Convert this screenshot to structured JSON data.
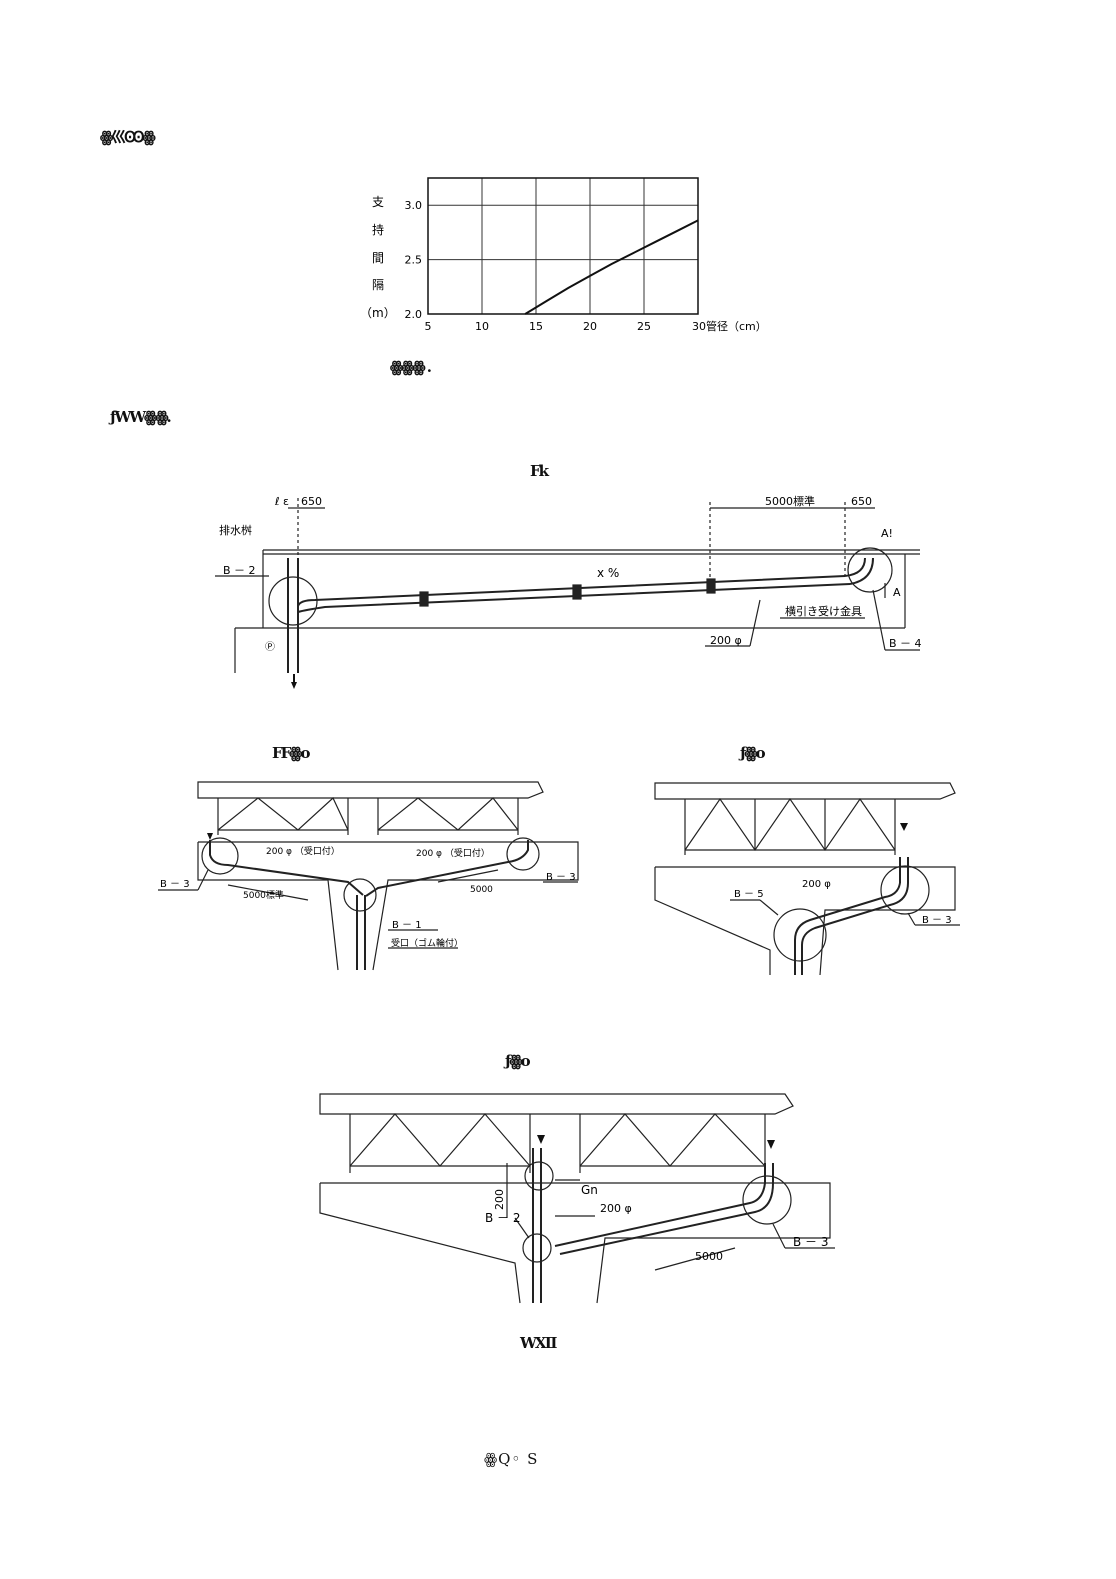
{
  "page": {
    "heading_1": "ꙮ巛Ꙭꙮ",
    "heading_2": "ƒWWꙮꙮ.",
    "figure_caption_1": "ꙮꙮꙮ .",
    "diagram_caption_1": "Fk",
    "diagram_caption_2": "FFꙮo",
    "diagram_caption_3": "ƒꙮo",
    "diagram_caption_4": "ƒꙮo",
    "figure_caption_2": "WⅫ",
    "page_number": "ꙮQ◦ S"
  },
  "chart_data": {
    "type": "line",
    "title": "",
    "ylabel_chars": [
      "支",
      "持",
      "間",
      "隔",
      "（m）"
    ],
    "xlabel": "管径（cm）",
    "x_ticks": [
      "5",
      "10",
      "15",
      "20",
      "25",
      "30"
    ],
    "y_ticks": [
      "2.0",
      "2.5",
      "3.0"
    ],
    "xlim": [
      5,
      30
    ],
    "ylim": [
      2.0,
      3.25
    ],
    "grid": true,
    "series": [
      {
        "x": [
          14,
          16,
          18,
          20,
          22,
          24,
          26,
          28,
          30
        ],
        "y": [
          2.0,
          2.12,
          2.24,
          2.35,
          2.46,
          2.56,
          2.66,
          2.76,
          2.86
        ]
      }
    ]
  },
  "diagram_main": {
    "labels": {
      "le": "ℓ ε",
      "d650_left": "650",
      "drain_basin": "排水桝",
      "b2": "B － 2",
      "p": "Ⓟ",
      "slope": "x %",
      "std5000": "5000標準",
      "d650_right": "650",
      "a_top": "A!",
      "a_side": "A",
      "hanger": "横引き受け金具",
      "pipe200": "200 φ",
      "b4": "B － 4"
    }
  },
  "diagram_left": {
    "labels": {
      "pipe_left": "200 φ （受口付）",
      "pipe_right": "200 φ （受口付）",
      "b3_left": "B － 3",
      "std5000": "5000標準",
      "d5000": "5000",
      "b3_right": "B － 3",
      "b1": "B － 1",
      "socket": "受口（ゴム輪付）"
    }
  },
  "diagram_right": {
    "labels": {
      "pipe": "200 φ",
      "b5": "B － 5",
      "b3": "B － 3"
    }
  },
  "diagram_bottom": {
    "labels": {
      "vert200": "200",
      "gn": "Gn",
      "b2": "B － 2",
      "pipe": "200 φ",
      "d5000": "5000",
      "b3": "B － 3"
    }
  }
}
